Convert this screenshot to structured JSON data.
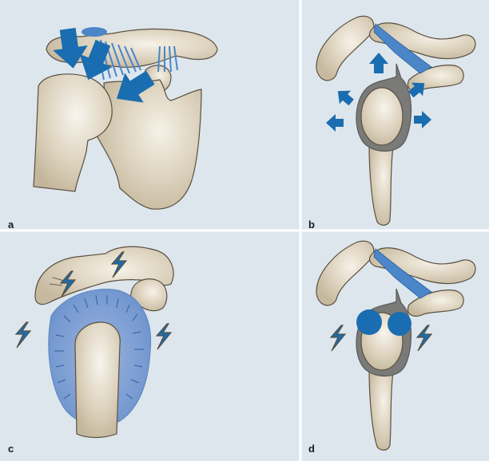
{
  "panels": [
    {
      "label": "a"
    },
    {
      "label": "b"
    },
    {
      "label": "c"
    },
    {
      "label": "d"
    }
  ],
  "colors": {
    "background": "#dde6ec",
    "bone_fill": "#d6ccb6",
    "bone_highlight": "#f4f0e6",
    "bone_stroke": "#5a5040",
    "accent_blue": "#1a6db0",
    "ligament_blue": "#4a86c8",
    "capsule_blue": "#6f95cf",
    "capsule_gray": "#7a7a78"
  }
}
